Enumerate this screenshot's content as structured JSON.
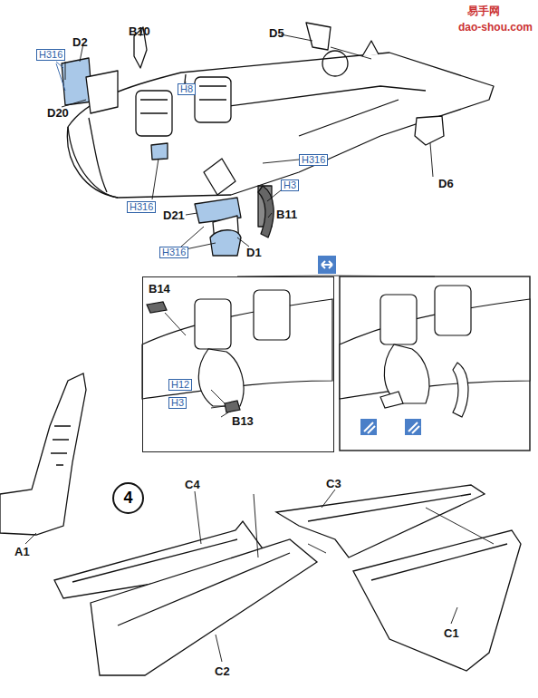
{
  "diagram": {
    "nodes": [
      {
        "text": [
          "B14",
          "H12",
          "H3",
          "B13"
        ]
      },
      {
        "text": [
          "4"
        ]
      }
    ],
    "labels": [
      "易手网",
      "dao-shou.com",
      "D2",
      "B10",
      "D5",
      "H316",
      "H8",
      "D20",
      "H316",
      "D6",
      "H316",
      "H3",
      "D21",
      "B11",
      "H316",
      "D1",
      "C4",
      "C3",
      "A1",
      "C1",
      "C2"
    ]
  }
}
